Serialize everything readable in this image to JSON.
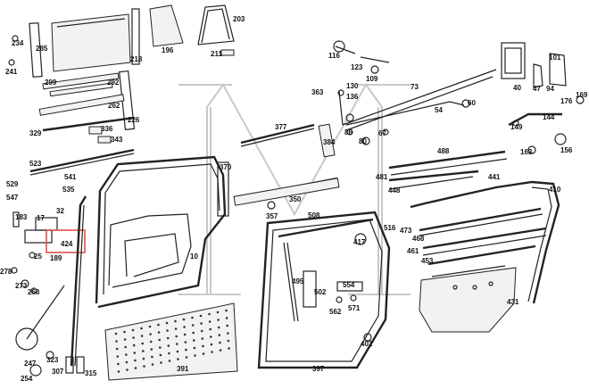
{
  "diagram": {
    "part_numbers": [
      "234",
      "285",
      "241",
      "218",
      "196",
      "203",
      "211",
      "299",
      "292",
      "262",
      "226",
      "329",
      "336",
      "343",
      "523",
      "541",
      "535",
      "529",
      "547",
      "183",
      "17",
      "32",
      "424",
      "25",
      "189",
      "278",
      "273",
      "268",
      "247",
      "323",
      "307",
      "315",
      "254",
      "370",
      "377",
      "384",
      "350",
      "357",
      "391",
      "116",
      "123",
      "109",
      "363",
      "130",
      "136",
      "73",
      "86",
      "80",
      "67",
      "54",
      "60",
      "488",
      "481",
      "448",
      "441",
      "410",
      "508",
      "417",
      "516",
      "495",
      "502",
      "554",
      "562",
      "571",
      "402",
      "397",
      "473",
      "468",
      "461",
      "453",
      "431",
      "101",
      "40",
      "47",
      "94",
      "169",
      "176",
      "144",
      "149",
      "163",
      "156",
      "10"
    ],
    "highlighted_part": "424",
    "watermark_letter": "M",
    "colors": {
      "line": "#222222",
      "highlight": "#e0524a",
      "watermark": "#c9c9c9"
    }
  }
}
